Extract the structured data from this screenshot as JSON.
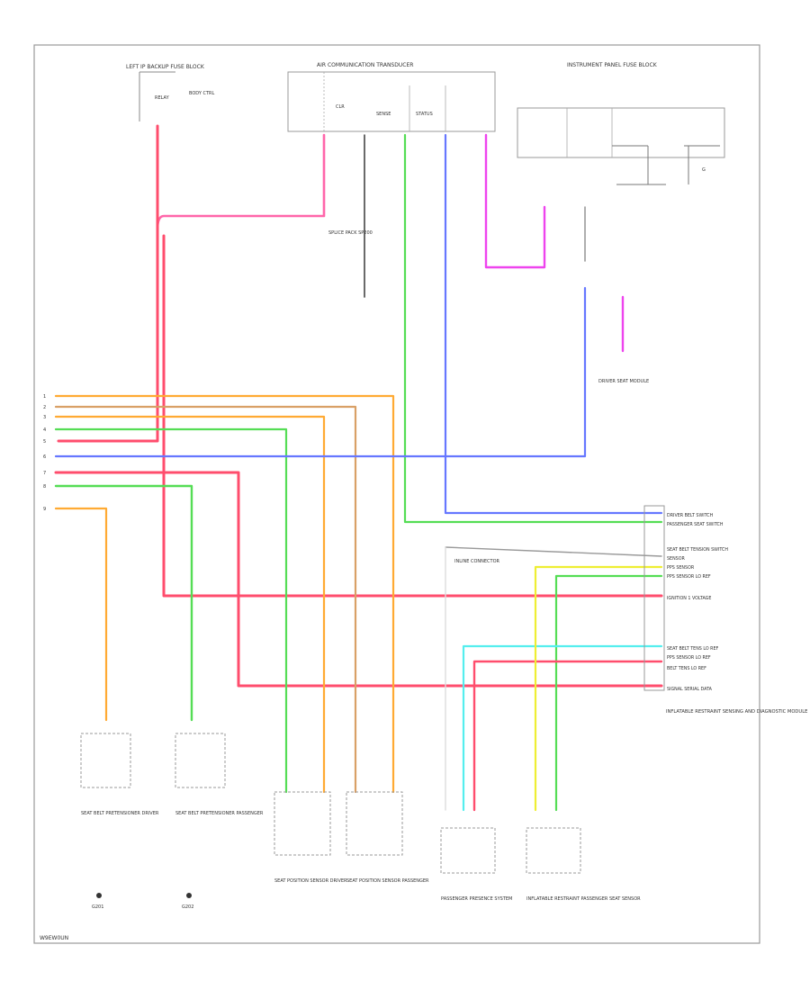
{
  "diagram": {
    "footer_code": "W9EW0UN",
    "colors": {
      "red": "#ff4d6d",
      "pink": "#ff66aa",
      "magenta": "#ee44ee",
      "green": "#55dd55",
      "blue": "#6677ff",
      "orange": "#ffaa33",
      "tan": "#d9a066",
      "yellow": "#eeee33",
      "cyan": "#55eeee",
      "gray": "#999999",
      "black": "#444444"
    },
    "top_labels": {
      "left_module": "LEFT IP BACKUP FUSE BLOCK",
      "center_module": "AIR COMMUNICATION TRANSDUCER",
      "right_module": "INSTRUMENT PANEL FUSE BLOCK"
    },
    "left_pins": [
      "1",
      "2",
      "3",
      "4",
      "5",
      "6",
      "7",
      "8",
      "9"
    ],
    "right_module_pins": [
      "DRIVER BELT SWITCH",
      "PASSENGER SEAT SWITCH",
      "SEAT BELT TENSION SWITCH",
      "SENSOR",
      "PPS SENSOR",
      "PPS SENSOR LO REF",
      "IGNITION 1 VOLTAGE",
      "SEAT BELT TENS LO REF",
      "PPS SENSOR LO REF",
      "BELT TENS LO REF",
      "SIGNAL SERIAL DATA"
    ],
    "right_module_label": "INFLATABLE RESTRAINT SENSING AND DIAGNOSTIC MODULE",
    "bottom_components": [
      "SEAT BELT PRETENSIONER DRIVER",
      "SEAT BELT PRETENSIONER PASSENGER",
      "SEAT POSITION SENSOR DRIVER",
      "SEAT POSITION SENSOR PASSENGER",
      "PASSENGER PRESENCE SYSTEM",
      "INFLATABLE RESTRAINT PASSENGER SEAT SENSOR"
    ],
    "grounds": [
      "G201",
      "G202"
    ],
    "misc_labels": {
      "splice_mid": "SPLICE PACK SP200",
      "connector_note": "INLINE CONNECTOR",
      "right_note": "DRIVER SEAT MODULE"
    }
  }
}
